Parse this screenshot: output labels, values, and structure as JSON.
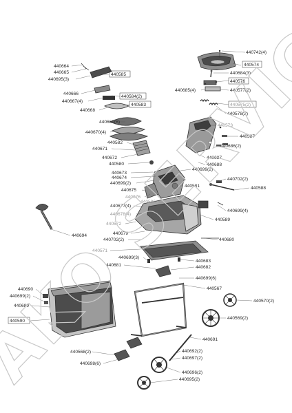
{
  "watermark": "AKO SERVICE",
  "labels": {
    "p440742": "440742(4)",
    "p440574": "440574",
    "p440664": "440664",
    "p440665": "440665",
    "p440585": "440585",
    "p440695": "440695(3)",
    "p440684": "440684(3)",
    "p440576": "440576",
    "p440685": "440685(4)",
    "p440577": "440577(2)",
    "p440666": "440666",
    "p440584": "440584(2)",
    "p440667": "440667(4)",
    "p440583": "440583",
    "p440575": "440575(2)",
    "p440668": "440668",
    "p440578": "440578(2)",
    "p440669": "440669(6)",
    "p440573": "440573",
    "p440670": "440670(4)",
    "p440587": "440587",
    "p440582": "440582",
    "p440686": "440686(2)",
    "p440671": "440671",
    "p440672": "440672",
    "p440687": "440687",
    "p440580": "440580",
    "p440688": "440688",
    "p440699a": "440699(2)",
    "p440673": "440673",
    "p440674": "440674",
    "p440702a": "440702(2)",
    "p440699b": "440699(2)",
    "p440581": "440581",
    "p440588": "440588",
    "p440675": "440675",
    "p440676": "440676",
    "p440586": "440586",
    "p440677": "440677(4)",
    "p440678": "440678(4)",
    "p440699c": "440699(4)",
    "p440589": "440589",
    "p440572": "440572",
    "p440694": "440694",
    "p440679": "440679",
    "p440702b": "440702(2)",
    "p440680": "440680",
    "p440571": "440571",
    "p440699d": "440699(3)",
    "p440683": "440683",
    "p440681": "440681",
    "p440682": "440682",
    "p440699e": "440699(6)",
    "p440690": "440690",
    "p440567": "440567",
    "p440699f": "440699(2)",
    "p440570": "440570(2)",
    "p440689": "440689",
    "p440569": "440569(2)",
    "p440590": "440590",
    "p440691": "440691",
    "p440568": "440568(2)",
    "p440692": "440692(2)",
    "p440697": "440697(2)",
    "p440698": "440698(6)",
    "p440696": "440696(2)",
    "p440695b": "440695(2)"
  }
}
